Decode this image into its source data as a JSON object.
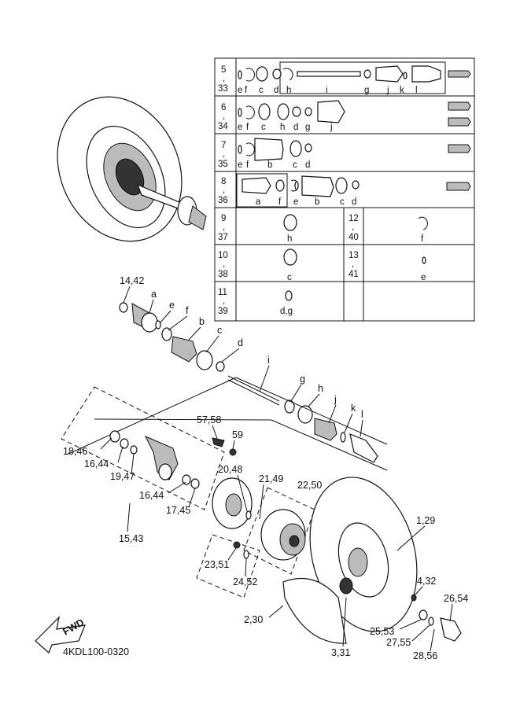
{
  "diagram_code": "4KDL100-0320",
  "fwd_label": "FWD",
  "table": {
    "rows": [
      {
        "num": "5,33",
        "letters": [
          "e",
          "f",
          "c",
          "d",
          "h",
          "i",
          "g",
          "j",
          "k",
          "l"
        ]
      },
      {
        "num": "6,34",
        "letters": [
          "e",
          "f",
          "c",
          "h",
          "d",
          "g",
          "j"
        ]
      },
      {
        "num": "7,35",
        "letters": [
          "e",
          "f",
          "b",
          "c",
          "d"
        ]
      },
      {
        "num": "8,36",
        "letters": [
          "a",
          "f",
          "e",
          "b",
          "c",
          "d"
        ]
      },
      {
        "num": "9,37",
        "letters": [
          "h"
        ],
        "num2": "12,40",
        "letters2": [
          "f"
        ]
      },
      {
        "num": "10,38",
        "letters": [
          "c"
        ],
        "num2": "13,41",
        "letters2": [
          "e"
        ]
      },
      {
        "num": "11,39",
        "letters": [
          "d,g"
        ]
      }
    ]
  },
  "callouts": [
    "14,42",
    "a",
    "e",
    "f",
    "b",
    "c",
    "d",
    "i",
    "g",
    "h",
    "j",
    "k",
    "l",
    "57,58",
    "59",
    "18,46",
    "16,44",
    "19,47",
    "16,44",
    "17,45",
    "15,43",
    "20,48",
    "21,49",
    "22,50",
    "1,29",
    "23,51",
    "24,52",
    "4,32",
    "26,54",
    "2,30",
    "25,53",
    "27,55",
    "28,56",
    "3,31"
  ]
}
